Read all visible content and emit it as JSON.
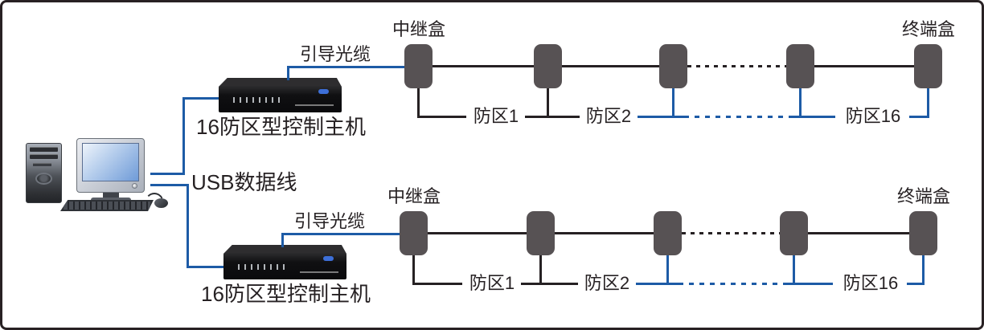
{
  "figure": {
    "usb_label": "USB数据线"
  },
  "chains": [
    {
      "fiber_label": "引导光缆",
      "host_label": "16防区型控制主机",
      "relay_label": "中继盒",
      "terminal_label": "终端盒",
      "zones": [
        "防区1",
        "防区2",
        "防区16"
      ]
    },
    {
      "fiber_label": "引导光缆",
      "host_label": "16防区型控制主机",
      "relay_label": "中继盒",
      "terminal_label": "终端盒",
      "zones": [
        "防区1",
        "防区2",
        "防区16"
      ]
    }
  ],
  "colors": {
    "cable_blue": "#1d5ba6",
    "line_black": "#262123",
    "node_gray": "#575254",
    "screen_blue": "#6f9bd8"
  }
}
